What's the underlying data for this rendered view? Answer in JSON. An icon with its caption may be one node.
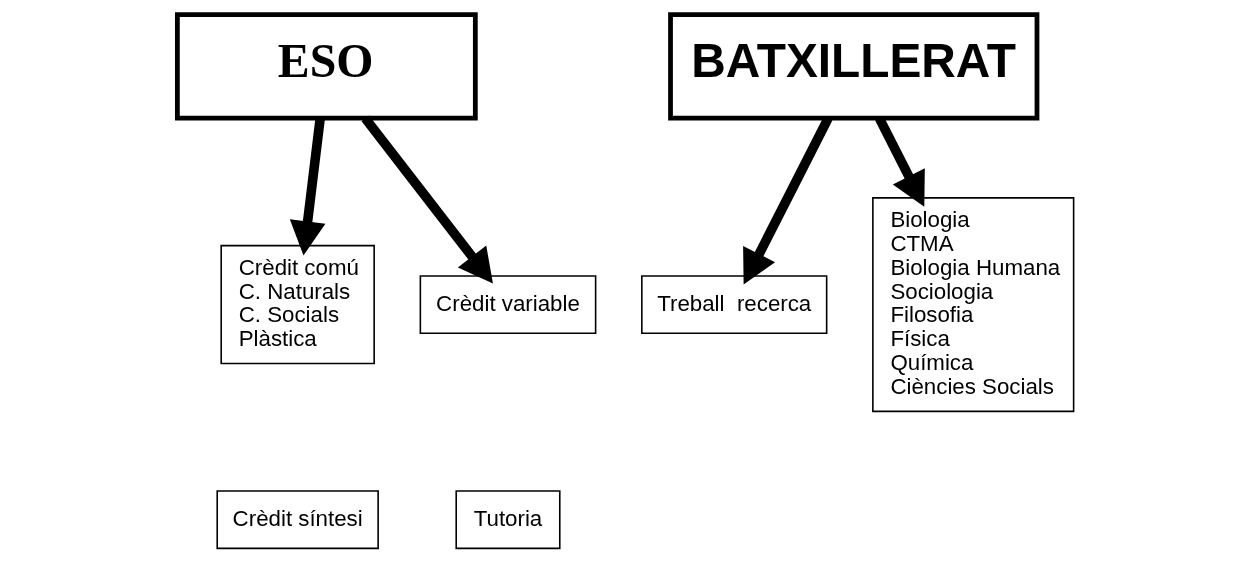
{
  "diagram": {
    "nodes": [
      {
        "text": [
          "ESO"
        ]
      },
      {
        "text": [
          "BATXILLERAT"
        ]
      },
      {
        "text": [
          "Crèdit comú",
          "C. Naturals",
          "C. Socials",
          "Plàstica"
        ]
      },
      {
        "text": [
          "Crèdit síntesi"
        ]
      },
      {
        "text": [
          "Crèdit variable"
        ]
      },
      {
        "text": [
          "Tutoria"
        ]
      },
      {
        "text": [
          "Treball  recerca"
        ]
      },
      {
        "text": [
          "Biologia",
          "CTMA",
          "Biologia Humana",
          "Sociologia",
          "Filosofia",
          "Física",
          "Química",
          "Ciències Socials"
        ]
      }
    ],
    "edges": [
      {
        "from": 0,
        "to": 2,
        "arrow": "to"
      },
      {
        "from": 0,
        "to": 4,
        "arrow": "to"
      },
      {
        "from": 1,
        "to": 6,
        "arrow": "to"
      },
      {
        "from": 1,
        "to": 7,
        "arrow": "to"
      }
    ]
  }
}
